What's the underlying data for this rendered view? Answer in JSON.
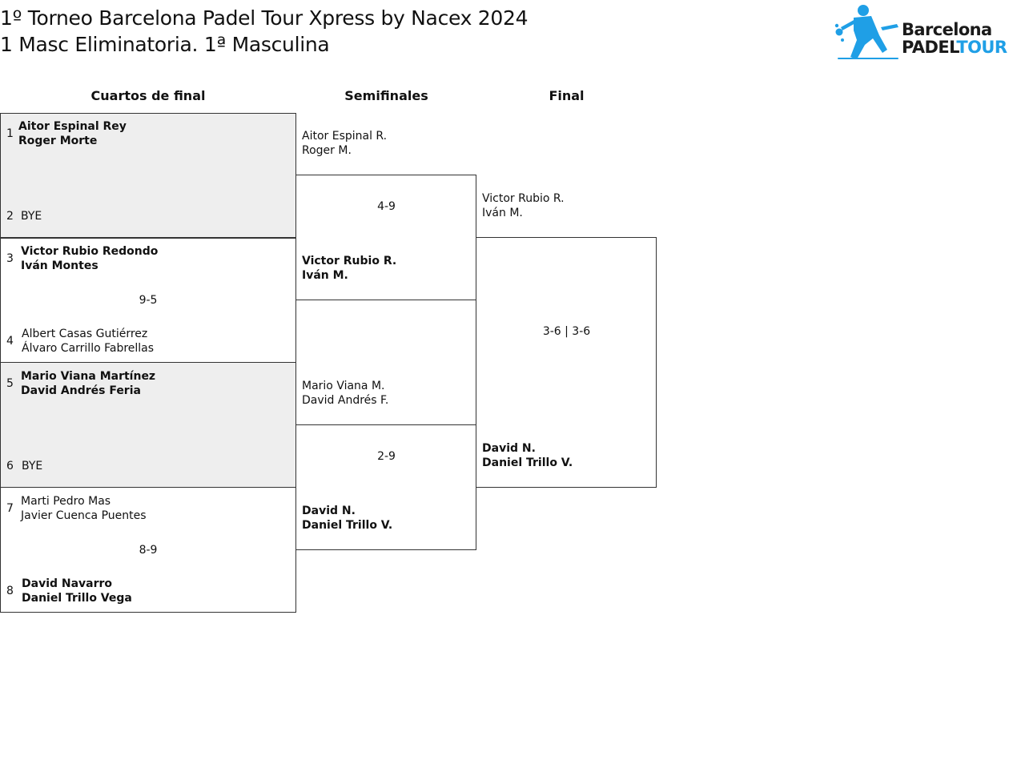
{
  "header": {
    "title_line1": "1º Torneo Barcelona Padel Tour Xpress by Nacex 2024",
    "title_line2": "1 Masc Eliminatoria. 1ª Masculina"
  },
  "logo": {
    "line1": "Barcelona",
    "line2_a": "PADEL",
    "line2_b": "TOUR",
    "icon": "padel-player-icon",
    "brand_color": "#1f9fe6"
  },
  "rounds": {
    "quarterfinals": "Cuartos de final",
    "semifinals": "Semifinales",
    "final": "Final"
  },
  "quarterfinals": {
    "seed1": "1",
    "team1_a": "Aitor Espinal Rey",
    "team1_b": "Roger Morte",
    "seed2": "2",
    "team2": "BYE",
    "seed3": "3",
    "team3_a": "Victor Rubio Redondo",
    "team3_b": "Iván Montes",
    "score2": "9-5",
    "seed4": "4",
    "team4_a": "Albert Casas Gutiérrez",
    "team4_b": "Álvaro Carrillo Fabrellas",
    "seed5": "5",
    "team5_a": "Mario Viana Martínez",
    "team5_b": "David Andrés Feria",
    "seed6": "6",
    "team6": "BYE",
    "seed7": "7",
    "team7_a": "Marti Pedro Mas",
    "team7_b": "Javier Cuenca Puentes",
    "score4": "8-9",
    "seed8": "8",
    "team8_a": "David Navarro",
    "team8_b": "Daniel Trillo Vega"
  },
  "semifinals": {
    "sf1_top_a": "Aitor Espinal R.",
    "sf1_top_b": "Roger M.",
    "sf1_score": "4-9",
    "sf1_bot_a": "Victor Rubio R.",
    "sf1_bot_b": "Iván M.",
    "sf2_top_a": "Mario Viana M.",
    "sf2_top_b": "David Andrés F.",
    "sf2_score": "2-9",
    "sf2_bot_a": "David N.",
    "sf2_bot_b": "Daniel Trillo V."
  },
  "final": {
    "top_a": "Victor Rubio R.",
    "top_b": "Iván M.",
    "score": "3-6 | 3-6",
    "bot_a": "David N.",
    "bot_b": "Daniel Trillo V."
  }
}
